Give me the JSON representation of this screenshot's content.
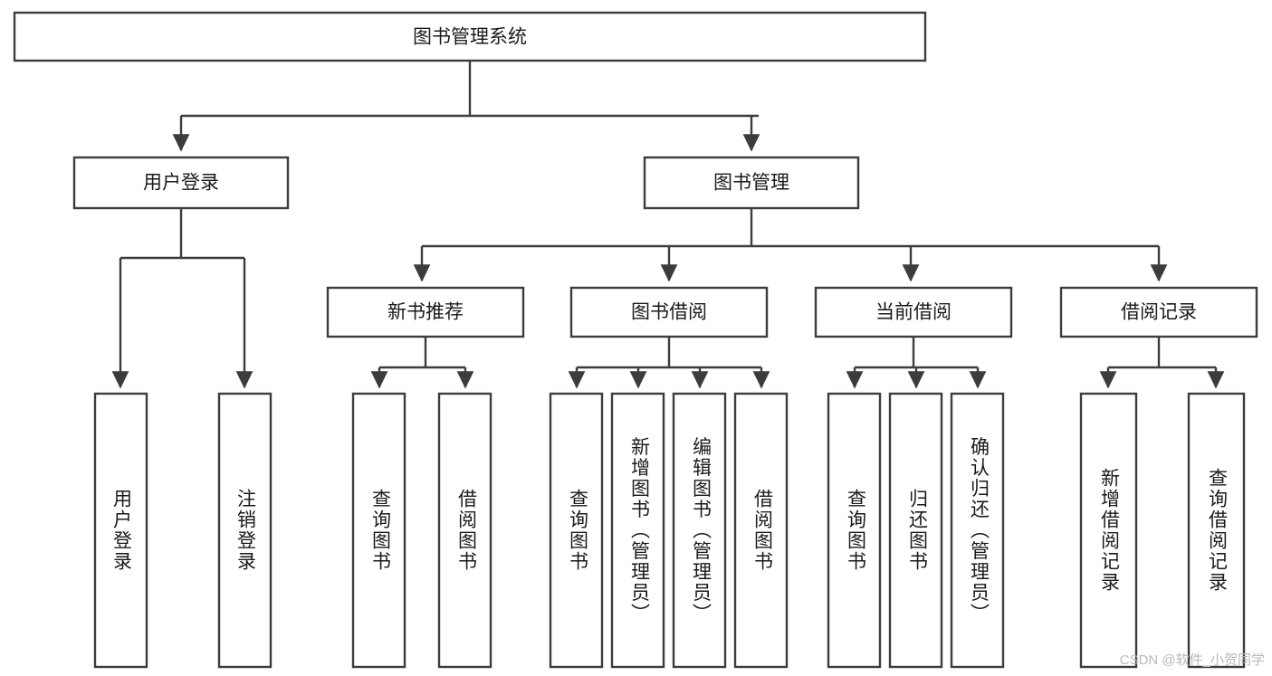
{
  "diagram": {
    "type": "tree",
    "title": "图书管理系统",
    "root": {
      "id": "root",
      "label": "图书管理系统",
      "orientation": "horizontal"
    },
    "level1": [
      {
        "id": "user-login",
        "label": "用户登录",
        "orientation": "horizontal"
      },
      {
        "id": "book-management",
        "label": "图书管理",
        "orientation": "horizontal"
      }
    ],
    "level2": [
      {
        "id": "new-book-recommend",
        "label": "新书推荐",
        "parent": "book-management",
        "orientation": "horizontal"
      },
      {
        "id": "book-borrow",
        "label": "图书借阅",
        "parent": "book-management",
        "orientation": "horizontal"
      },
      {
        "id": "current-borrow",
        "label": "当前借阅",
        "parent": "book-management",
        "orientation": "horizontal"
      },
      {
        "id": "borrow-record",
        "label": "借阅记录",
        "parent": "book-management",
        "orientation": "horizontal"
      }
    ],
    "leaves": [
      {
        "id": "leaf-user-login",
        "label": "用户登录",
        "parent": "user-login",
        "orientation": "vertical"
      },
      {
        "id": "leaf-logout",
        "label": "注销登录",
        "parent": "user-login",
        "orientation": "vertical"
      },
      {
        "id": "leaf-query-book-1",
        "label": "查询图书",
        "parent": "new-book-recommend",
        "orientation": "vertical"
      },
      {
        "id": "leaf-borrow-book-1",
        "label": "借阅图书",
        "parent": "new-book-recommend",
        "orientation": "vertical"
      },
      {
        "id": "leaf-query-book-2",
        "label": "查询图书",
        "parent": "book-borrow",
        "orientation": "vertical"
      },
      {
        "id": "leaf-add-book",
        "label": "新增图书（管理员）",
        "parent": "book-borrow",
        "orientation": "vertical"
      },
      {
        "id": "leaf-edit-book",
        "label": "编辑图书（管理员）",
        "parent": "book-borrow",
        "orientation": "vertical"
      },
      {
        "id": "leaf-borrow-book-2",
        "label": "借阅图书",
        "parent": "book-borrow",
        "orientation": "vertical"
      },
      {
        "id": "leaf-query-book-3",
        "label": "查询图书",
        "parent": "current-borrow",
        "orientation": "vertical"
      },
      {
        "id": "leaf-return-book",
        "label": "归还图书",
        "parent": "current-borrow",
        "orientation": "vertical"
      },
      {
        "id": "leaf-confirm-return",
        "label": "确认归还（管理员）",
        "parent": "current-borrow",
        "orientation": "vertical"
      },
      {
        "id": "leaf-add-record",
        "label": "新增借阅记录",
        "parent": "borrow-record",
        "orientation": "vertical"
      },
      {
        "id": "leaf-query-record",
        "label": "查询借阅记录",
        "parent": "borrow-record",
        "orientation": "vertical"
      }
    ],
    "colors": {
      "box_stroke": "#3c3c3c",
      "box_fill": "#ffffff",
      "text": "#1a1a1a",
      "connector": "#3c3c3c",
      "watermark": "#b9b9b9",
      "background": "#ffffff"
    }
  },
  "watermark": {
    "text": "CSDN @软件_小贺同学"
  }
}
